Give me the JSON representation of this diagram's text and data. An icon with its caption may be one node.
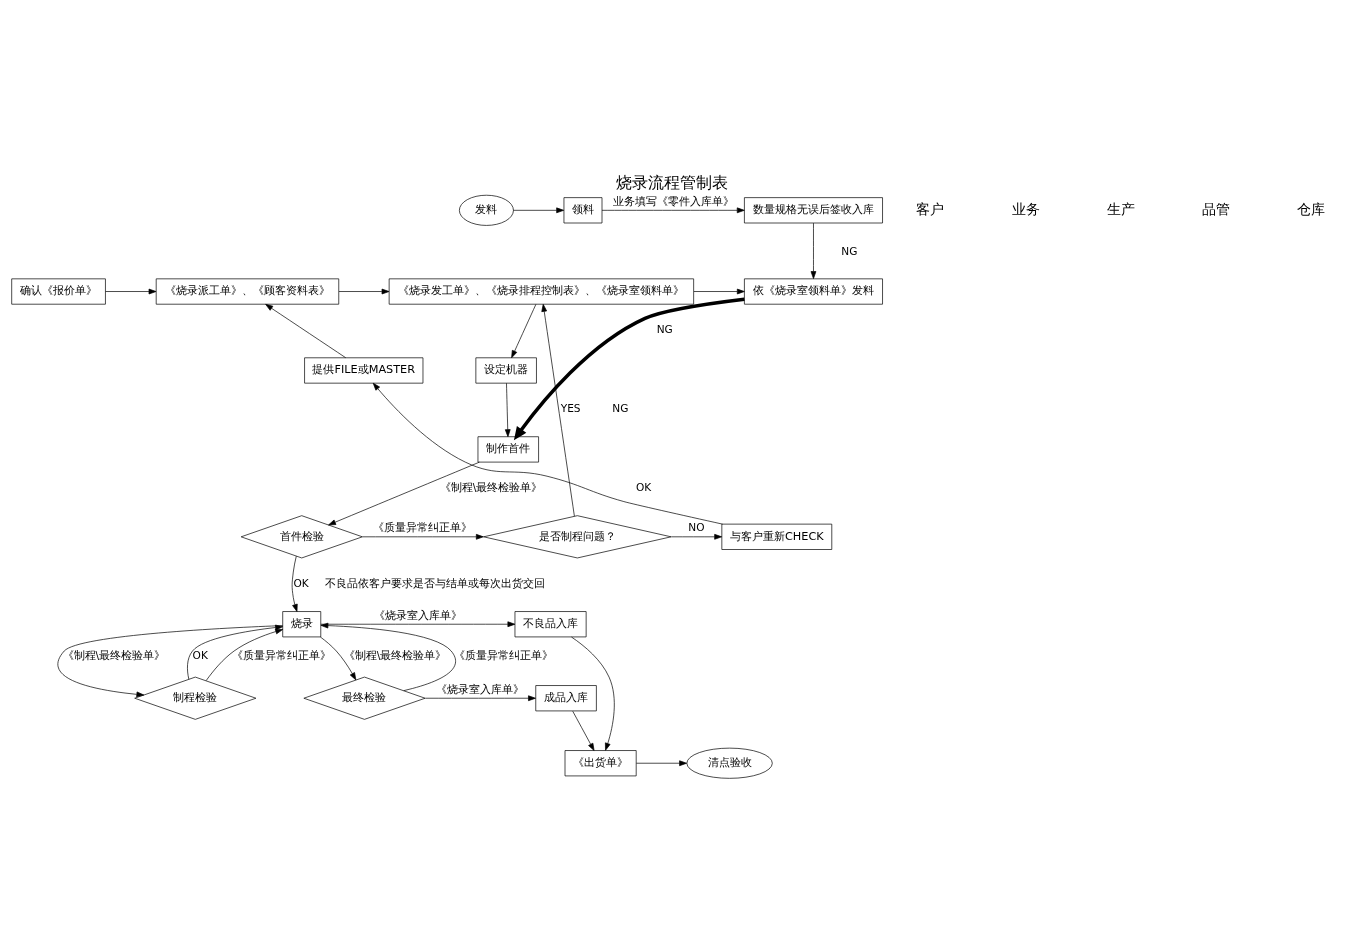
{
  "diagram": {
    "title": "烧录流程管制表",
    "nodes": [
      {
        "text": [
          "发料"
        ]
      },
      {
        "text": [
          "领料"
        ]
      },
      {
        "text": [
          "数量规格无误后签收入库"
        ]
      },
      {
        "text": [
          "确认《报价单》"
        ]
      },
      {
        "text": [
          "提供FILE或MASTER"
        ]
      },
      {
        "text": [
          "《烧录派工单》、《顾客资料表》"
        ]
      },
      {
        "text": [
          "《烧录发工单》、《烧录排程控制表》、《烧录室领料单》"
        ]
      },
      {
        "text": [
          "依《烧录室领料单》发料"
        ]
      },
      {
        "text": [
          "设定机器"
        ]
      },
      {
        "text": [
          "制作首件"
        ]
      },
      {
        "text": [
          "首件检验"
        ]
      },
      {
        "text": [
          "是否制程问题？"
        ]
      },
      {
        "text": [
          "与客户重新CHECK"
        ]
      },
      {
        "text": [
          "烧录"
        ]
      },
      {
        "text": [
          "制程检验"
        ]
      },
      {
        "text": [
          "最终检验"
        ]
      },
      {
        "text": [
          "不良品入库"
        ]
      },
      {
        "text": [
          "成品入库"
        ]
      },
      {
        "text": [
          "《出货单》"
        ]
      },
      {
        "text": [
          "清点验收"
        ]
      }
    ],
    "edges": [
      {
        "from": 0,
        "to": 1,
        "arrow": "to"
      },
      {
        "from": 1,
        "to": 2,
        "arrow": "to",
        "label": "业务填写《零件入库单》"
      },
      {
        "from": 2,
        "to": 7,
        "arrow": "to"
      },
      {
        "from": 3,
        "to": 5,
        "arrow": "to"
      },
      {
        "from": 4,
        "to": 5,
        "arrow": "to"
      },
      {
        "from": 5,
        "to": 6,
        "arrow": "to"
      },
      {
        "from": 6,
        "to": 7,
        "arrow": "to"
      },
      {
        "from": 6,
        "to": 8,
        "arrow": "to"
      },
      {
        "from": 8,
        "to": 9,
        "arrow": "to"
      },
      {
        "from": 7,
        "to": 9,
        "arrow": "to",
        "style": "thick"
      },
      {
        "from": 9,
        "to": 10,
        "arrow": "to",
        "label": "《制程\\最终检验单》"
      },
      {
        "from": 10,
        "to": 11,
        "arrow": "to",
        "label": "《质量异常纠正单》"
      },
      {
        "from": 11,
        "to": 6,
        "arrow": "to",
        "label": "YES"
      },
      {
        "from": 11,
        "to": 12,
        "arrow": "to",
        "label": "NO"
      },
      {
        "from": 12,
        "to": 4,
        "arrow": "to"
      },
      {
        "from": 10,
        "to": 13,
        "arrow": "to",
        "label": "OK"
      },
      {
        "from": 13,
        "to": 16,
        "arrow": "to",
        "label": "《烧录室入库单》"
      },
      {
        "from": 13,
        "to": 14,
        "arrow": "to",
        "label": "《制程\\最终检验单》"
      },
      {
        "from": 14,
        "to": 13,
        "arrow": "to",
        "label": "OK"
      },
      {
        "from": 14,
        "to": 13,
        "arrow": "to",
        "label": "《质量异常纠正单》"
      },
      {
        "from": 13,
        "to": 15,
        "arrow": "to",
        "label": "《制程\\最终检验单》"
      },
      {
        "from": 15,
        "to": 13,
        "arrow": "to",
        "label": "《质量异常纠正单》"
      },
      {
        "from": 15,
        "to": 17,
        "arrow": "to",
        "label": "《烧录室入库单》"
      },
      {
        "from": 16,
        "to": 18,
        "arrow": "to"
      },
      {
        "from": 17,
        "to": 18,
        "arrow": "to"
      },
      {
        "from": 18,
        "to": 19,
        "arrow": "to"
      }
    ],
    "labels": [
      "客户",
      "业务",
      "生产",
      "品管",
      "仓库",
      "NG",
      "NG",
      "NG",
      "OK",
      "不良品依客户要求是否与结单或每次出货交回"
    ]
  }
}
